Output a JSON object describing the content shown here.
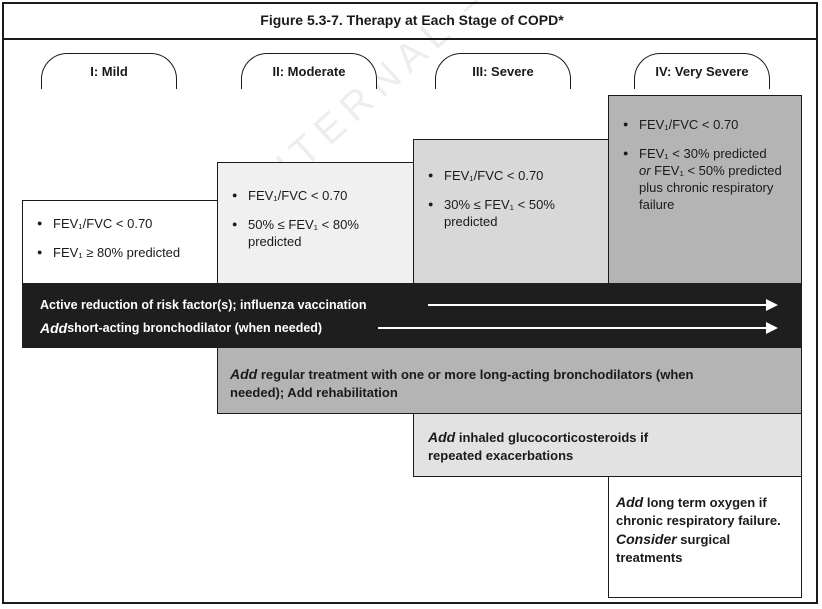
{
  "figure_title": "Figure 5.3-7.  Therapy at Each Stage of COPD*",
  "stages": [
    {
      "label": "I: Mild"
    },
    {
      "label": "II: Moderate"
    },
    {
      "label": "III: Severe"
    },
    {
      "label": "IV: Very Severe"
    }
  ],
  "criteria": {
    "mild": [
      "FEV₁/FVC < 0.70",
      "FEV₁ ≥ 80% predicted"
    ],
    "moderate": [
      "FEV₁/FVC < 0.70",
      "50% ≤ FEV₁ < 80% predicted"
    ],
    "severe": [
      "FEV₁/FVC < 0.70",
      "30% ≤ FEV₁ < 50% predicted"
    ],
    "very_severe": {
      "item1": "FEV₁/FVC < 0.70",
      "item2_a": "FEV₁ < 30% predicted",
      "item2_or": "or",
      "item2_b": " FEV₁ < 50% predicted plus chronic respiratory failure"
    }
  },
  "treatments": {
    "row1": "Active reduction of risk factor(s); influenza vaccination",
    "row2_italic": "Add",
    "row2_rest": " short-acting bronchodilator (when needed)",
    "row3_italic": "Add",
    "row3_rest": " regular treatment with one or more long-acting bronchodilators (when needed); Add rehabilitation",
    "row4_italic": "Add",
    "row4_rest": " inhaled glucocorticosteroids if repeated exacerbations",
    "row5_italic1": "Add",
    "row5_rest1": " long term oxygen if chronic respiratory failure.",
    "row5_italic2": "Consider",
    "row5_rest2": " surgical treatments"
  },
  "colors": {
    "mild_bg": "#ffffff",
    "moderate_bg": "#f0f0f0",
    "severe_bg": "#d8d8d8",
    "very_severe_bg": "#b4b4b4",
    "band_bg": "#1e1e1e"
  }
}
